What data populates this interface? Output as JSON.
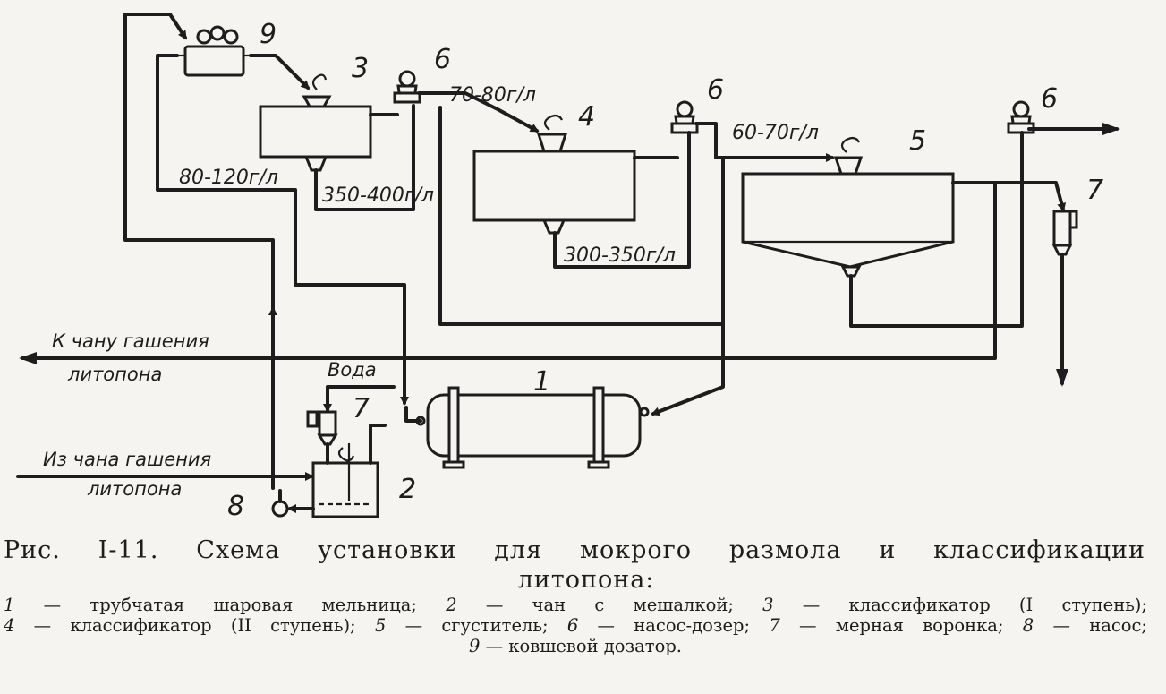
{
  "diagram": {
    "labels": {
      "n1": "1",
      "n2": "2",
      "n3": "3",
      "n4": "4",
      "n5": "5",
      "n6a": "6",
      "n6b": "6",
      "n6c": "6",
      "n7a": "7",
      "n7b": "7",
      "n8": "8",
      "n9": "9"
    },
    "concentrations": {
      "c_80_120": "80-120г/л",
      "c_350_400": "350-400г/л",
      "c_70_80": "70-80г/л",
      "c_300_350": "300-350г/л",
      "c_60_70": "60-70г/л"
    },
    "flows": {
      "to_line1": "К чану гашения",
      "to_line2": "литопона",
      "from_line1": "Из чана гашения",
      "from_line2": "литопона",
      "water": "Вода"
    }
  },
  "caption": {
    "title_line1": "Рис. I-11.  Схема установки для мокрого размола и классификации",
    "title_line2": "литопона:",
    "legend": [
      {
        "num": "1",
        "text": " — трубчатая шаровая мельница; "
      },
      {
        "num": "2",
        "text": " — чан с мешалкой; "
      },
      {
        "num": "3",
        "text": " — классификатор (I ступень);"
      },
      {
        "num": "4",
        "text": " — классификатор (II ступень); "
      },
      {
        "num": "5",
        "text": " — сгуститель; "
      },
      {
        "num": "6",
        "text": " — насос-дозер; "
      },
      {
        "num": "7",
        "text": " — мерная воронка; "
      },
      {
        "num": "8",
        "text": " — насос;"
      },
      {
        "num": "9",
        "text": " — ковшевой дозатор."
      }
    ]
  }
}
